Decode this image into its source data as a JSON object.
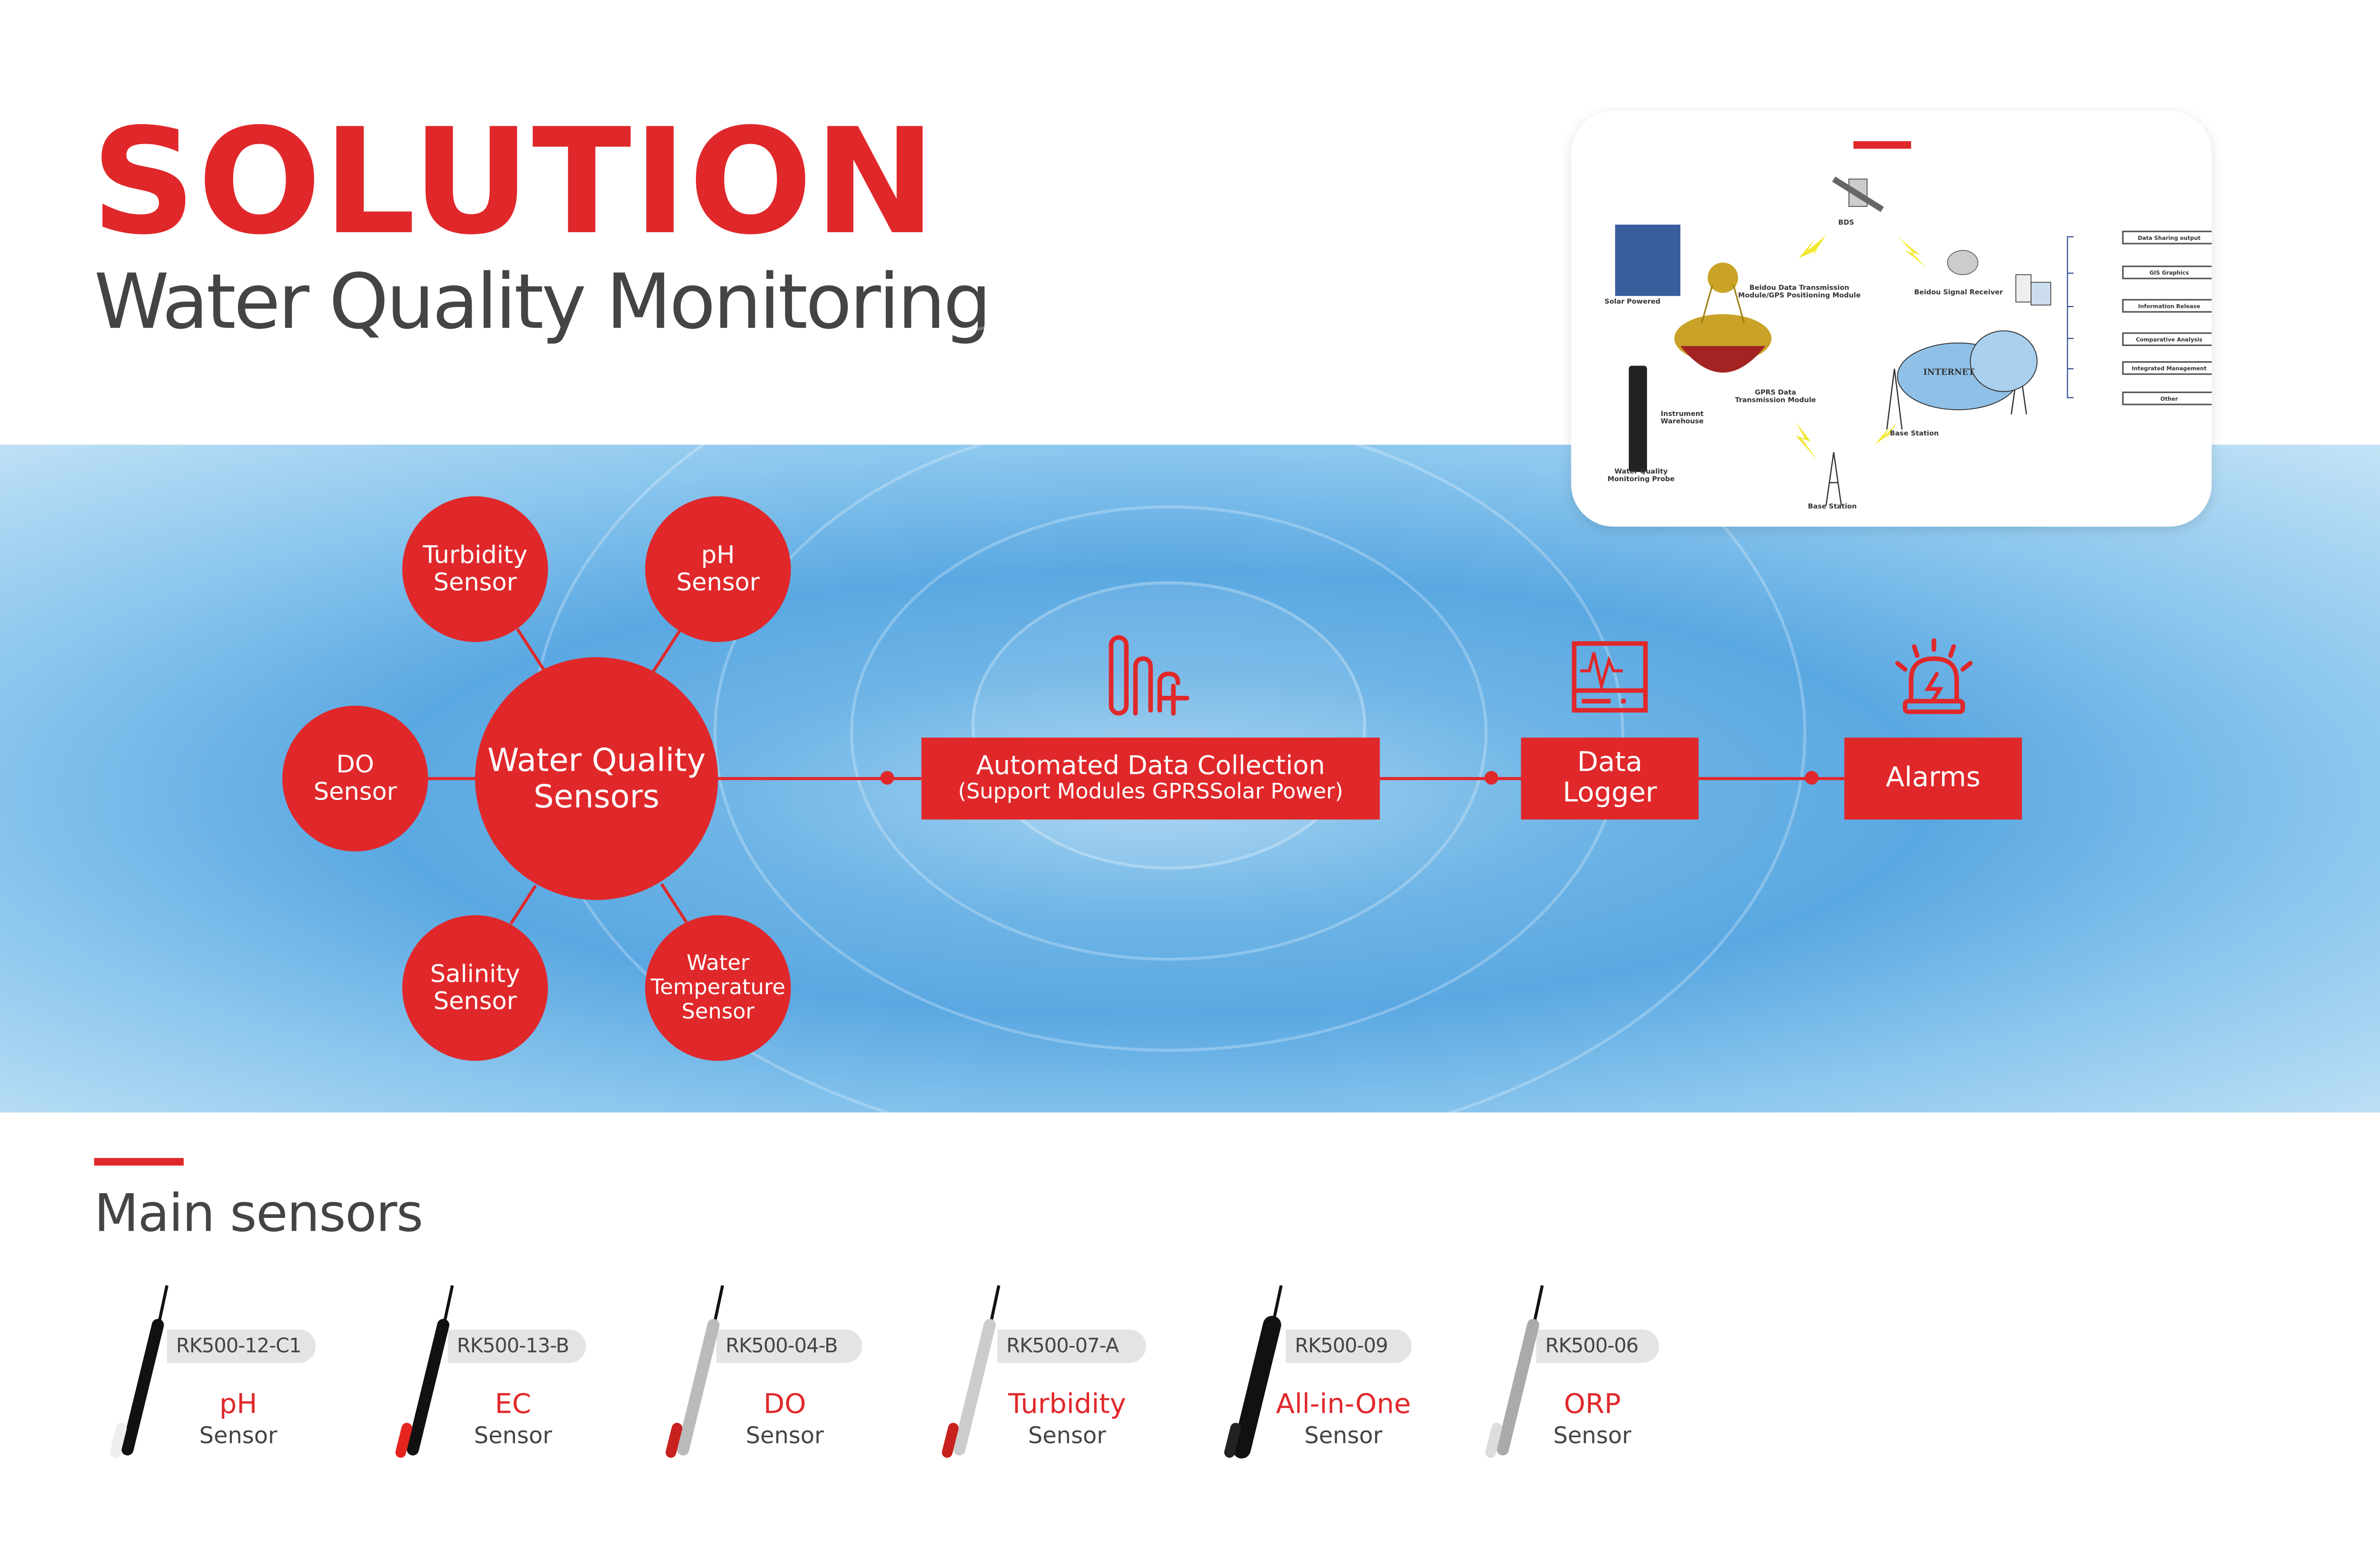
{
  "header": {
    "title": "SOLUTION",
    "subtitle": "Water Quality Monitoring"
  },
  "colors": {
    "accent": "#e0282b",
    "text": "#444444",
    "water": "#5aa8e2"
  },
  "hub": {
    "label_line1": "Water Quality",
    "label_line2": "Sensors"
  },
  "satellites": [
    {
      "line1": "Turbidity",
      "line2": "Sensor"
    },
    {
      "line1": "pH",
      "line2": "Sensor"
    },
    {
      "line1": "DO",
      "line2": "Sensor"
    },
    {
      "line1": "Salinity",
      "line2": "Sensor"
    },
    {
      "line1": "Water",
      "line2": "Temperature",
      "line3": "Sensor"
    }
  ],
  "flow": [
    {
      "line1": "Automated Data Collection",
      "line2": "(Support Modules GPRSSolar Power)",
      "icon": "sensor-probe-icon"
    },
    {
      "line1": "Data",
      "line2": "Logger",
      "icon": "monitor-pulse-icon"
    },
    {
      "line1": "Alarms",
      "icon": "alarm-siren-icon"
    }
  ],
  "diagram": {
    "bds": "BDS",
    "solar": "Solar Powered",
    "beidou_module_1": "Beidou Data Transmission",
    "beidou_module_2": "Module/GPS Positioning Module",
    "receiver": "Beidou Signal Receiver",
    "internet": "INTERNET",
    "gprs_1": "GPRS Data",
    "gprs_2": "Transmission Module",
    "warehouse_1": "Instrument",
    "warehouse_2": "Warehouse",
    "probe_1": "Water Quality",
    "probe_2": "Monitoring Probe",
    "base_station_1": "Base Station",
    "base_station_2": "Base Station",
    "outputs": [
      "Data Sharing output",
      "GIS Graphics",
      "Information Release",
      "Comparative Analysis",
      "Integrated Management",
      "Other"
    ]
  },
  "main_sensors": {
    "title": "Main sensors",
    "items": [
      {
        "model": "RK500-12-C1",
        "name": "pH",
        "type": "Sensor"
      },
      {
        "model": "RK500-13-B",
        "name": "EC",
        "type": "Sensor"
      },
      {
        "model": "RK500-04-B",
        "name": "DO",
        "type": "Sensor"
      },
      {
        "model": "RK500-07-A",
        "name": "Turbidity",
        "type": "Sensor"
      },
      {
        "model": "RK500-09",
        "name": "All-in-One",
        "type": "Sensor"
      },
      {
        "model": "RK500-06",
        "name": "ORP",
        "type": "Sensor"
      }
    ]
  }
}
